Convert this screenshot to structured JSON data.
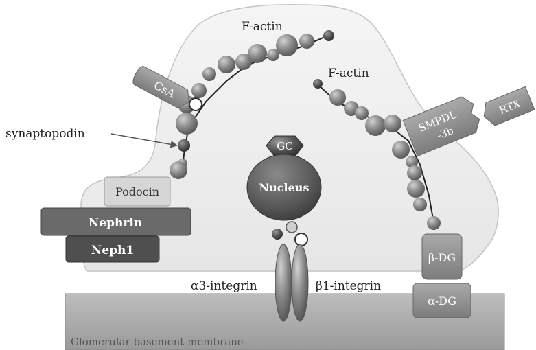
{
  "labels": {
    "factin_top": "F-actin",
    "factin_right": "F-actin",
    "synaptopodin": "synaptopodin",
    "csa": "CsA",
    "smpdl_line1": "SMPDL",
    "smpdl_line2": "-3b",
    "rtx": "RTX",
    "gc": "GC",
    "nucleus": "Nucleus",
    "podocin": "Podocin",
    "nephrin": "Nephrin",
    "neph1": "Neph1",
    "a3_integrin": "α3-integrin",
    "b1_integrin": "β1-integrin",
    "beta_dg": "β-DG",
    "alpha_dg": "α-DG",
    "gbm": "Glomerular basement membrane"
  },
  "colors": {
    "cell": "#f1f1f1",
    "cell_stroke": "#c4c4c4",
    "gbm": "#a9a9a9",
    "sphere": "#8a8a8a",
    "sphere_dark": "#5e5e5e",
    "nucleus": "#5a5a5a",
    "nephrin": "#6a6a6a",
    "neph1": "#4f4f4f",
    "podocin": "#d6d6d6",
    "dg": "#9a9a9a",
    "integrin": "#8c8c8c"
  }
}
